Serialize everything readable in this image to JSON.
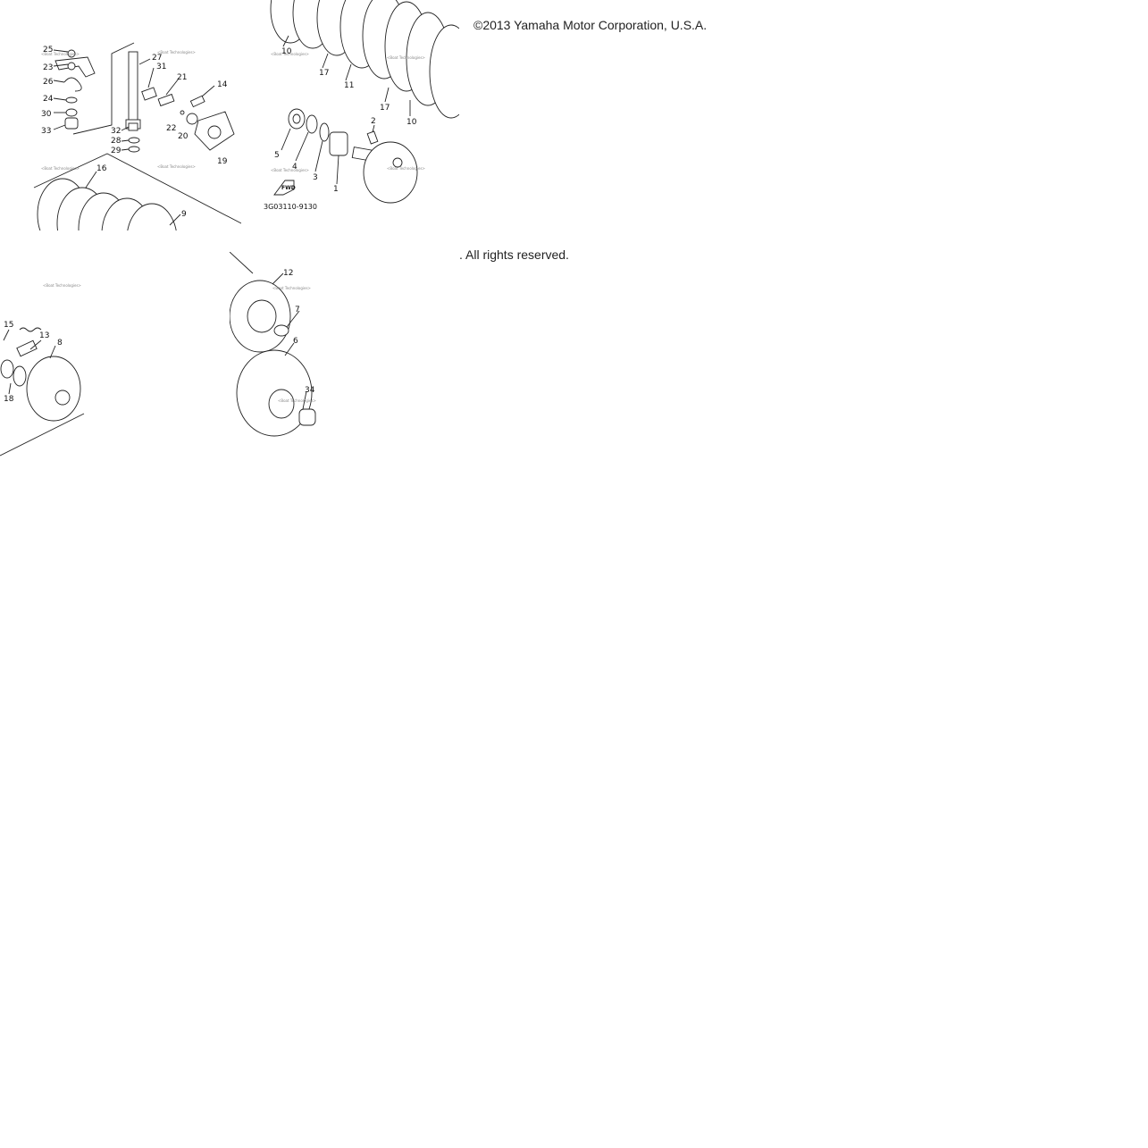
{
  "copyright": {
    "line1": "©2013 Yamaha Motor Corporation, U.S.A.",
    "line2": ". All rights reserved."
  },
  "diagram": {
    "part_code": "3G03110-9130",
    "fwd_label": "FWD",
    "watermark": "<Boat Technologies>",
    "callouts_tile_top_left": [
      "25",
      "23",
      "26",
      "24",
      "30",
      "33",
      "27",
      "31",
      "21",
      "14",
      "32",
      "28",
      "29",
      "22",
      "20",
      "19",
      "16",
      "9"
    ],
    "callouts_tile_top_right": [
      "10",
      "17",
      "11",
      "17",
      "10",
      "2",
      "5",
      "4",
      "3",
      "1"
    ],
    "callouts_tile_bottom_left": [
      "15",
      "13",
      "8",
      "18"
    ],
    "callouts_tile_bottom_right": [
      "12",
      "7",
      "6",
      "34"
    ]
  }
}
